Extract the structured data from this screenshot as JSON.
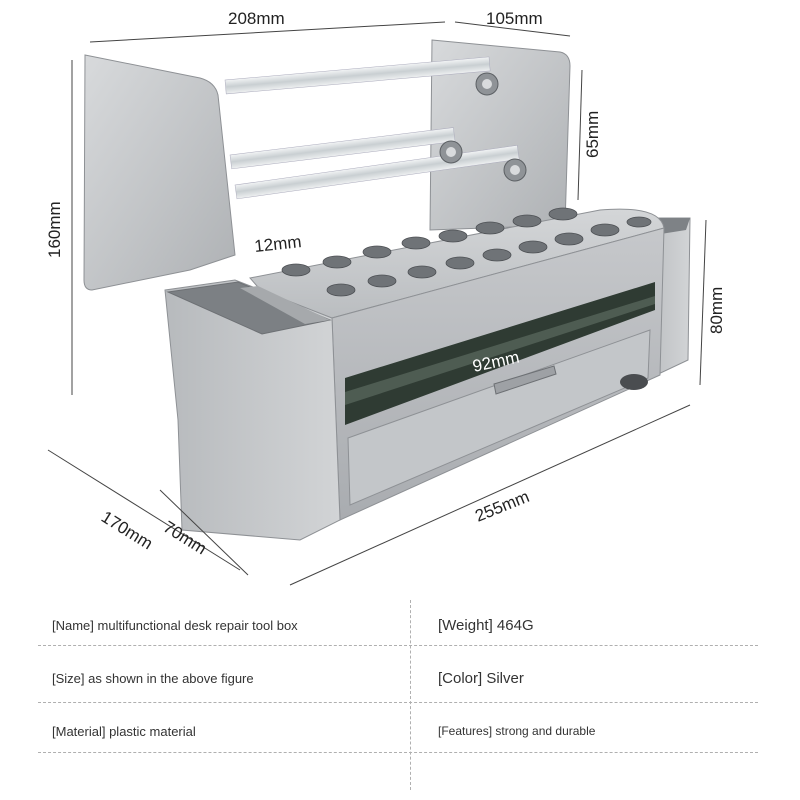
{
  "dimensions": {
    "width_top": "208mm",
    "depth_top": "105mm",
    "height_total": "160mm",
    "rod_gap": "65mm",
    "hole_size": "12mm",
    "side_height": "80mm",
    "drawer_depth": "92mm",
    "length_front": "255mm",
    "depth_base": "170mm",
    "side_box_width": "70mm"
  },
  "specs": {
    "name": "[Name] multifunctional desk repair tool box",
    "weight": "[Weight] 464G",
    "size": "[Size] as shown in the above figure",
    "color": "[Color] Silver",
    "material": "[Material] plastic material",
    "features": "[Features] strong and durable"
  },
  "colors": {
    "body": "#c9cbcd",
    "body_dark": "#9a9da1",
    "window": "#2f3b33"
  }
}
